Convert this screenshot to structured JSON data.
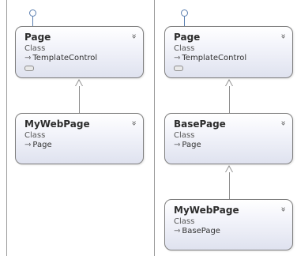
{
  "left_diagram": {
    "parent": {
      "name": "Page",
      "kind": "Class",
      "base": "TemplateControl",
      "expander": "»"
    },
    "child": {
      "name": "MyWebPage",
      "kind": "Class",
      "base": "Page",
      "expander": "»"
    }
  },
  "right_diagram": {
    "parent": {
      "name": "Page",
      "kind": "Class",
      "base": "TemplateControl",
      "expander": "»"
    },
    "middle": {
      "name": "BasePage",
      "kind": "Class",
      "base": "Page",
      "expander": "»"
    },
    "child": {
      "name": "MyWebPage",
      "kind": "Class",
      "base": "BasePage",
      "expander": "»"
    }
  },
  "inherit_glyph": "⇾",
  "colors": {
    "interface_lollipop": "#5b7fb0",
    "border": "#7f7f7f",
    "connector": "#8c8c8c"
  },
  "icons": [
    "interface-lollipop-icon",
    "inheritance-arrow-icon",
    "expand-chevron-icon",
    "collapse-toggle-icon"
  ]
}
